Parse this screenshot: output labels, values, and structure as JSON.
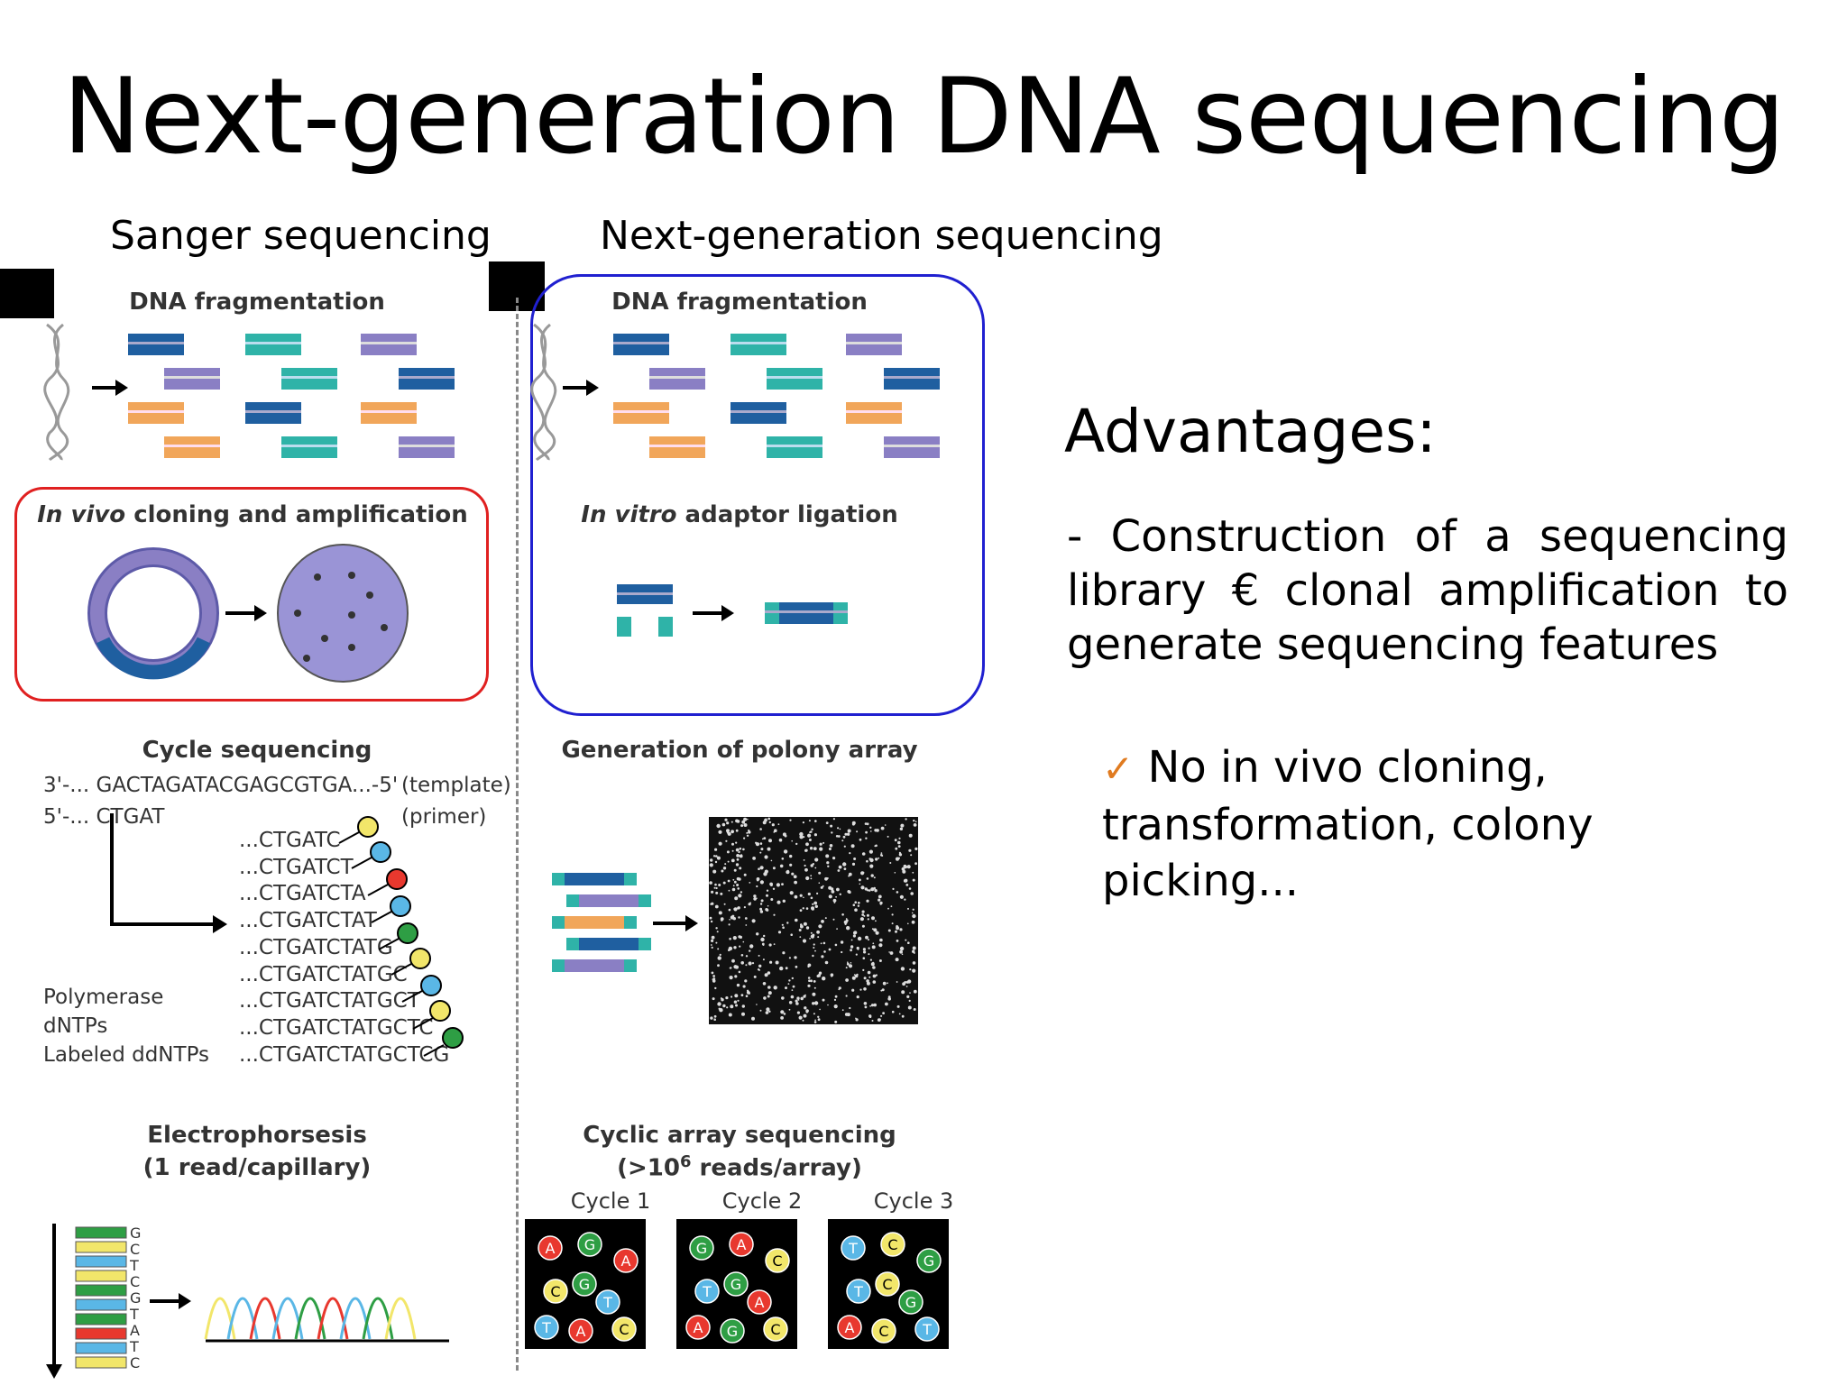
{
  "title": "Next-generation DNA sequencing",
  "left_column_title": "Sanger sequencing",
  "right_column_title": "Next-generation sequencing",
  "sanger": {
    "step1": "DNA fragmentation",
    "step2_italic": "In vivo",
    "step2_rest": " cloning and amplification",
    "step3": "Cycle sequencing",
    "template_seq": "3'-... GACTAGATACGAGCGTGA...-5'",
    "template_label": "(template)",
    "primer_seq": "5'-... CTGAT",
    "primer_label": "(primer)",
    "extensions": [
      "...CTGATC",
      "...CTGATCT",
      "...CTGATCTA",
      "...CTGATCTAT",
      "...CTGATCTATG",
      "...CTGATCTATGC",
      "...CTGATCTATGCT",
      "...CTGATCTATGCTC",
      "...CTGATCTATGCTCG"
    ],
    "reagents": [
      "Polymerase",
      "dNTPs",
      "Labeled ddNTPs"
    ],
    "step4_line1": "Electrophorsesis",
    "step4_line2": "(1 read/capillary)",
    "gel_letters": [
      "G",
      "C",
      "T",
      "C",
      "G",
      "T",
      "A",
      "T",
      "C"
    ]
  },
  "ngs": {
    "step1": "DNA fragmentation",
    "step2_italic": "In vitro",
    "step2_rest": " adaptor ligation",
    "step3": "Generation of polony array",
    "step4_line1": "Cyclic array sequencing",
    "step4_line2_pre": "(>10",
    "step4_line2_sup": "6",
    "step4_line2_post": " reads/array)",
    "cycles": [
      {
        "label": "Cycle 1",
        "spots": [
          "A",
          "G",
          "A",
          "C",
          "G",
          "T",
          "T",
          "A",
          "C"
        ]
      },
      {
        "label": "Cycle 2",
        "spots": [
          "G",
          "A",
          "C",
          "T",
          "G",
          "A",
          "A",
          "G",
          "C"
        ]
      },
      {
        "label": "Cycle 3",
        "spots": [
          "T",
          "C",
          "G",
          "T",
          "C",
          "G",
          "A",
          "C",
          "T"
        ]
      }
    ]
  },
  "advantages": {
    "title": "Advantages:",
    "paragraph": "- Construction of a sequencing library € clonal amplification to generate sequencing features",
    "sub_point": "No in vivo cloning, transformation, colony picking...",
    "check_mark": "✓"
  },
  "colors": {
    "dark_blue": "#1f5fa0",
    "teal": "#2fb3a8",
    "purple": "#8a7fc4",
    "orange": "#f1a65a",
    "red_box": "#e02020",
    "blue_box": "#2020d0",
    "A": "#e8382e",
    "C": "#f2e66a",
    "G": "#2e9e44",
    "T": "#5ab7e6"
  }
}
